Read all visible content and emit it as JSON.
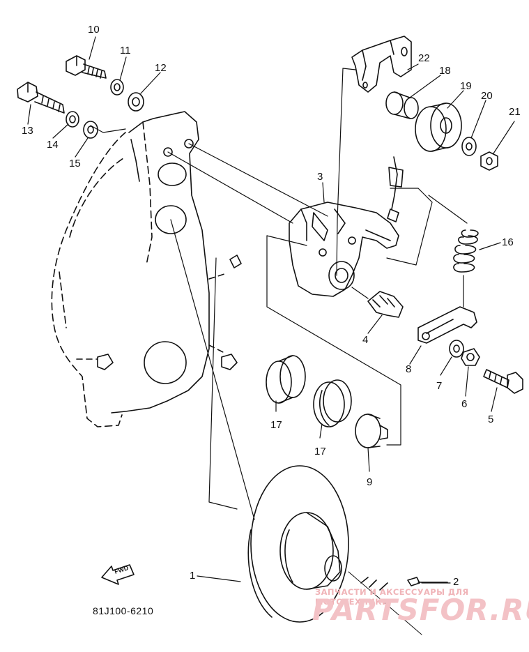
{
  "labels": {
    "p1": "1",
    "p2": "2",
    "p3": "3",
    "p4": "4",
    "p5": "5",
    "p6": "6",
    "p7": "7",
    "p8": "8",
    "p9": "9",
    "p10": "10",
    "p11": "11",
    "p12": "12",
    "p13": "13",
    "p14": "14",
    "p15": "15",
    "p16": "16",
    "p17a": "17",
    "p17b": "17",
    "p18": "18",
    "p19": "19",
    "p20": "20",
    "p21": "21",
    "p22": "22"
  },
  "diagram_code": "81J100-6210",
  "fwd_arrow": "FWD",
  "watermark": {
    "tagline": "ЗАПЧАСТИ И АКСЕССУАРЫ ДЛЯ МОТОТЕХНИКИ",
    "brand": "PARTSFOR.RU"
  }
}
